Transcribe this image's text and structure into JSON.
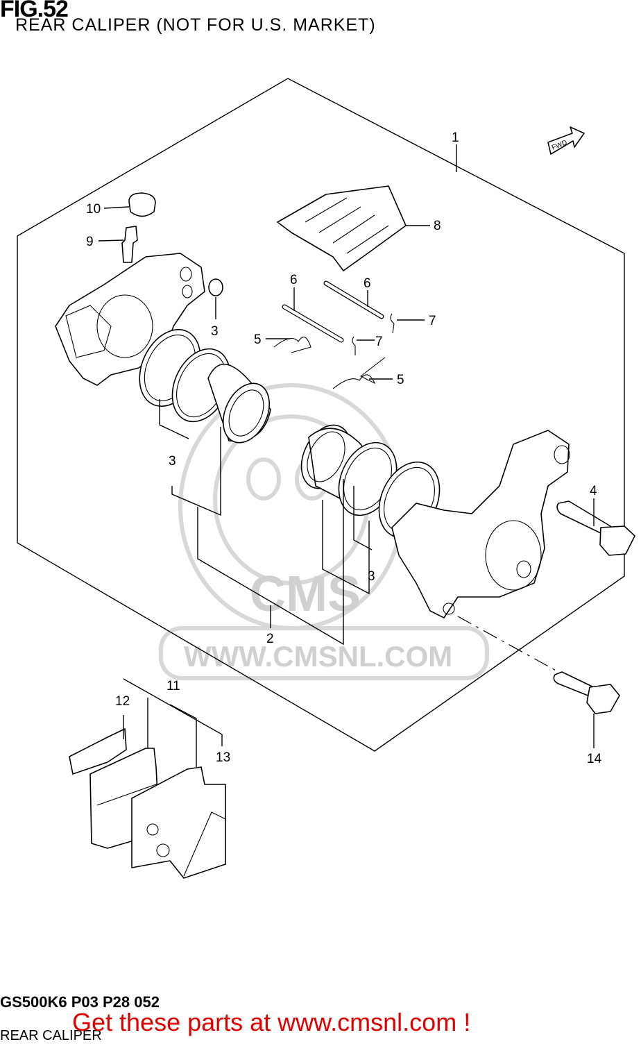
{
  "figure": {
    "id": "FIG.52",
    "title": "REAR CALIPER (NOT FOR U.S. MARKET)"
  },
  "fwd_label": "FWD",
  "watermark": {
    "brand": "CMS",
    "url": "WWW.CMSNL.COM"
  },
  "callouts": [
    {
      "id": "c1",
      "label": "1"
    },
    {
      "id": "c2",
      "label": "2"
    },
    {
      "id": "c3a",
      "label": "3"
    },
    {
      "id": "c3b",
      "label": "3"
    },
    {
      "id": "c3c",
      "label": "3"
    },
    {
      "id": "c4",
      "label": "4"
    },
    {
      "id": "c5a",
      "label": "5"
    },
    {
      "id": "c5b",
      "label": "5"
    },
    {
      "id": "c6a",
      "label": "6"
    },
    {
      "id": "c6b",
      "label": "6"
    },
    {
      "id": "c7a",
      "label": "7"
    },
    {
      "id": "c7b",
      "label": "7"
    },
    {
      "id": "c8",
      "label": "8"
    },
    {
      "id": "c9",
      "label": "9"
    },
    {
      "id": "c10",
      "label": "10"
    },
    {
      "id": "c11",
      "label": "11"
    },
    {
      "id": "c12",
      "label": "12"
    },
    {
      "id": "c13",
      "label": "13"
    },
    {
      "id": "c14",
      "label": "14"
    }
  ],
  "footer": {
    "code": "GS500K6 P03 P28 052",
    "name": "REAR CALIPER"
  },
  "promo_text": "Get these parts at www.cmsnl.com !"
}
